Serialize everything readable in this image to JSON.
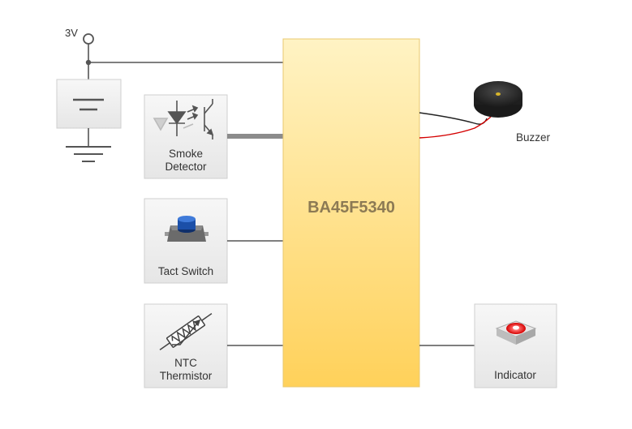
{
  "power": {
    "voltage_label": "3V"
  },
  "mcu": {
    "label": "BA45F5340"
  },
  "blocks": {
    "smoke_detector": {
      "line1": "Smoke",
      "line2": "Detector"
    },
    "tact_switch": {
      "label": "Tact Switch"
    },
    "ntc_thermistor": {
      "line1": "NTC",
      "line2": "Thermistor"
    },
    "indicator": {
      "label": "Indicator"
    },
    "buzzer": {
      "label": "Buzzer"
    }
  },
  "colors": {
    "mcu_top": "#fff3c4",
    "mcu_bottom": "#ffd15a",
    "mcu_text": "#8c7a54",
    "wire": "#555555",
    "buzzer_red_wire": "#d40000",
    "indicator_led": "#ff2020"
  }
}
